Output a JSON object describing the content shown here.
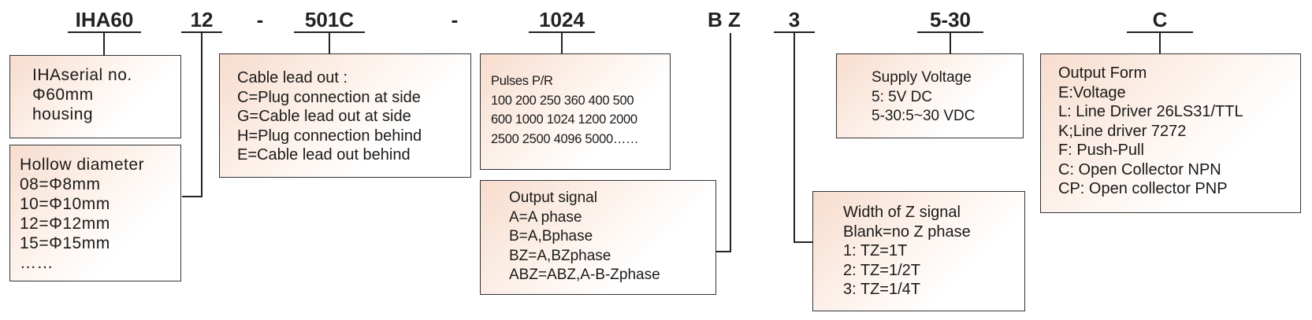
{
  "codes": {
    "model": "IHA60",
    "hollow": "12",
    "sep1": "-",
    "cable": "501C",
    "sep2": "-",
    "pulses": "1024",
    "signal": "B Z",
    "zwidth": "3",
    "voltage": "5-30",
    "form": "C"
  },
  "boxes": {
    "serial": {
      "lines": [
        "IHAserial no.",
        "Φ60mm",
        "housing"
      ]
    },
    "hollow": {
      "title": "Hollow diameter",
      "lines": [
        "08=Φ8mm",
        "10=Φ10mm",
        "12=Φ12mm",
        "15=Φ15mm",
        "……"
      ]
    },
    "cable": {
      "title": "Cable lead out :",
      "lines": [
        "C=Plug connection at side",
        "G=Cable lead out at side",
        "H=Plug connection behind",
        "E=Cable lead out behind"
      ]
    },
    "pulses": {
      "title": "Pulses P/R",
      "lines": [
        "100 200 250 360 400 500",
        "600 1000 1024 1200 2000",
        "2500 2500 4096 5000……"
      ]
    },
    "output": {
      "title": "Output signal",
      "lines": [
        "A=A phase",
        "B=A,Bphase",
        "BZ=A,BZphase",
        "ABZ=ABZ,A-B-Zphase"
      ]
    },
    "supply": {
      "title": "Supply Voltage",
      "lines": [
        "5: 5V DC",
        "5-30:5~30 VDC"
      ]
    },
    "zwidth": {
      "title": "Width of Z signal",
      "lines": [
        "Blank=no Z phase",
        "1: TZ=1T",
        "2: TZ=1/2T",
        "3: TZ=1/4T"
      ]
    },
    "form": {
      "title": "Output Form",
      "lines": [
        "E:Voltage",
        "L: Line Driver 26LS31/TTL",
        "K;Line driver 7272",
        "F: Push-Pull",
        "C: Open Collector NPN",
        "CP: Open collector PNP"
      ]
    }
  }
}
